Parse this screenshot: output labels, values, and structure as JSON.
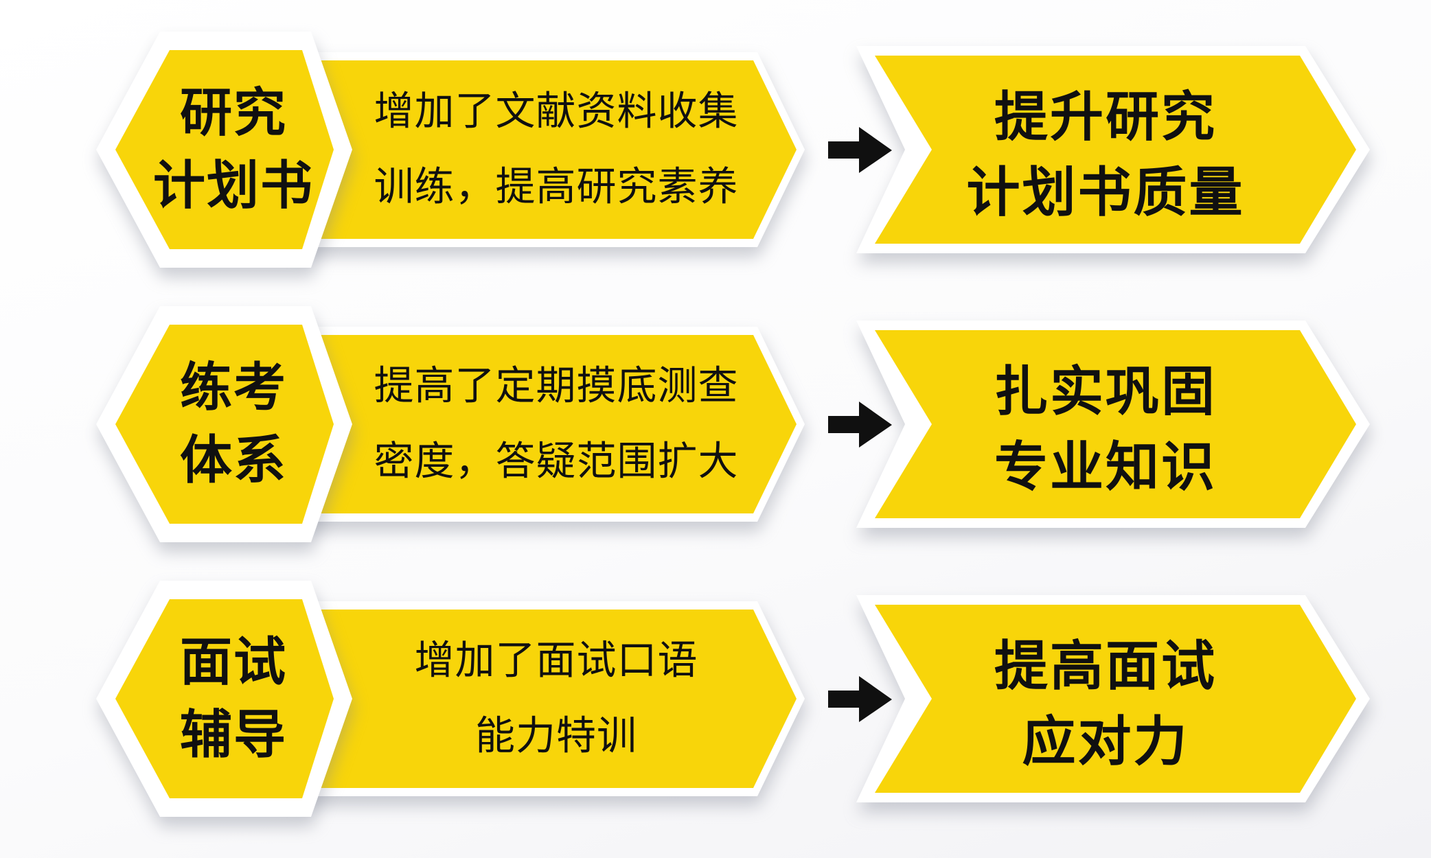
{
  "palette": {
    "yellow": "#F8D50A",
    "ink": "#101010",
    "paper": "#FFFFFF",
    "shadow": "rgba(130,135,150,0.40)"
  },
  "icons": {
    "flow_arrow": "right-arrow"
  },
  "rows": [
    {
      "hex_line1": "研究",
      "hex_line2": "计划书",
      "desc_line1": "增加了文献资料收集",
      "desc_line2": "训练，提高研究素养",
      "result_line1": "提升研究",
      "result_line2": "计划书质量"
    },
    {
      "hex_line1": "练考",
      "hex_line2": "体系",
      "desc_line1": "提高了定期摸底测查",
      "desc_line2": "密度，答疑范围扩大",
      "result_line1": "扎实巩固",
      "result_line2": "专业知识"
    },
    {
      "hex_line1": "面试",
      "hex_line2": "辅导",
      "desc_line1": "增加了面试口语",
      "desc_line2": "能力特训",
      "result_line1": "提高面试",
      "result_line2": "应对力"
    }
  ]
}
